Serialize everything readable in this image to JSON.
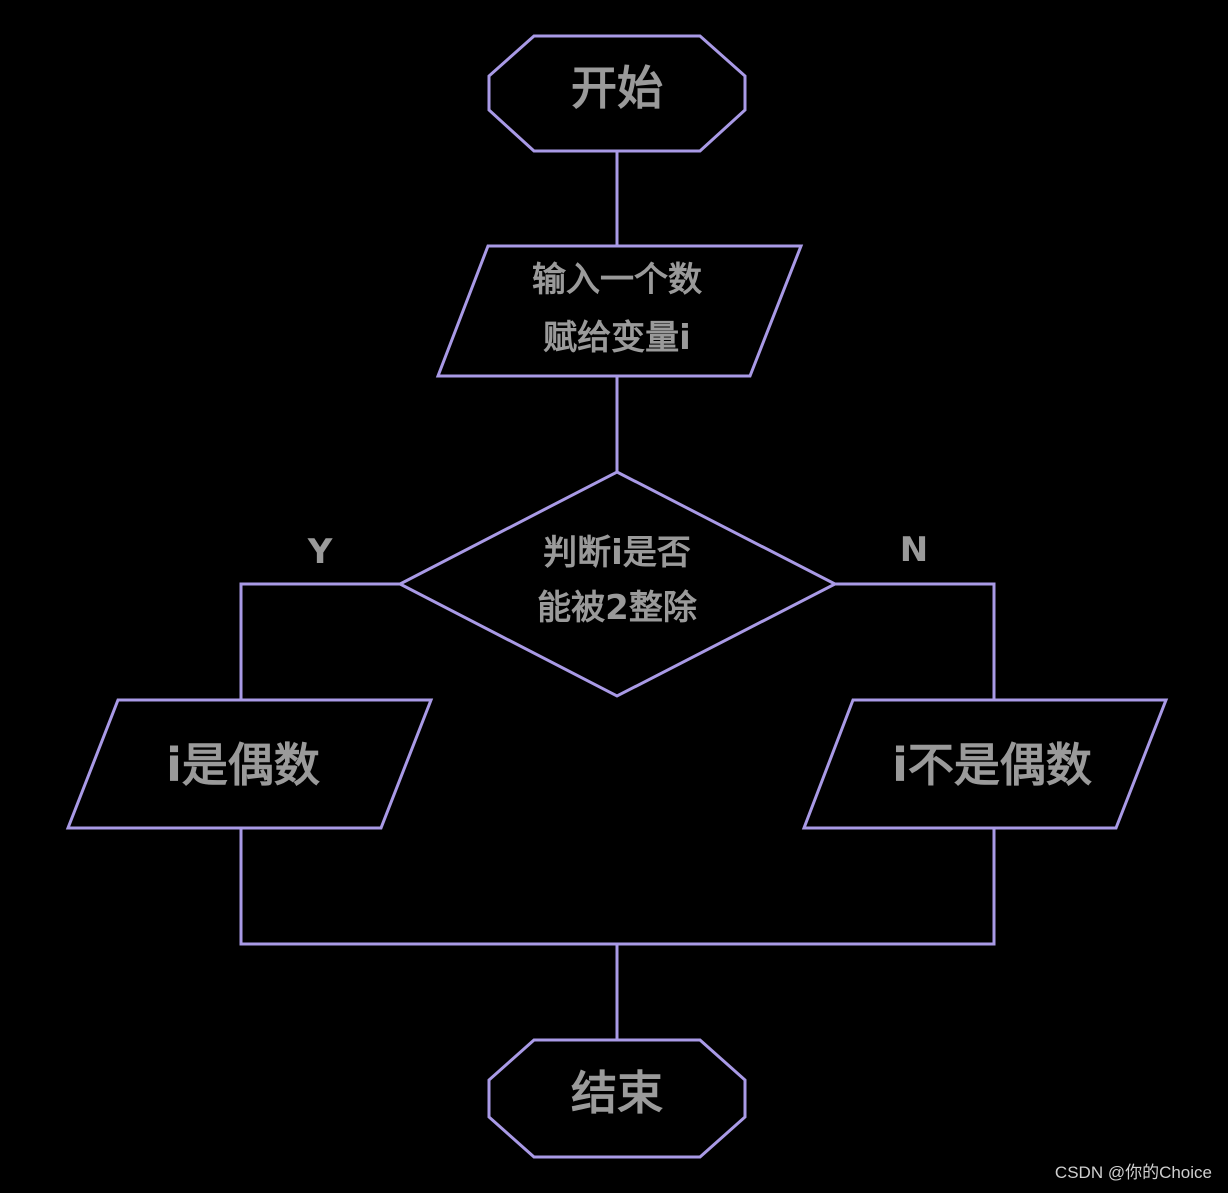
{
  "flowchart": {
    "start": "开始",
    "input": [
      "输入一个数",
      "赋给变量i"
    ],
    "decision": [
      "判断i是否",
      "能被2整除"
    ],
    "yes_label": "Y",
    "no_label": "N",
    "yes_output": "i是偶数",
    "no_output": "i不是偶数",
    "end": "结束"
  },
  "watermark": "CSDN @你的Choice",
  "colors": {
    "background": "#000000",
    "stroke": "#a99ae6",
    "text": "#9a9a9a"
  }
}
